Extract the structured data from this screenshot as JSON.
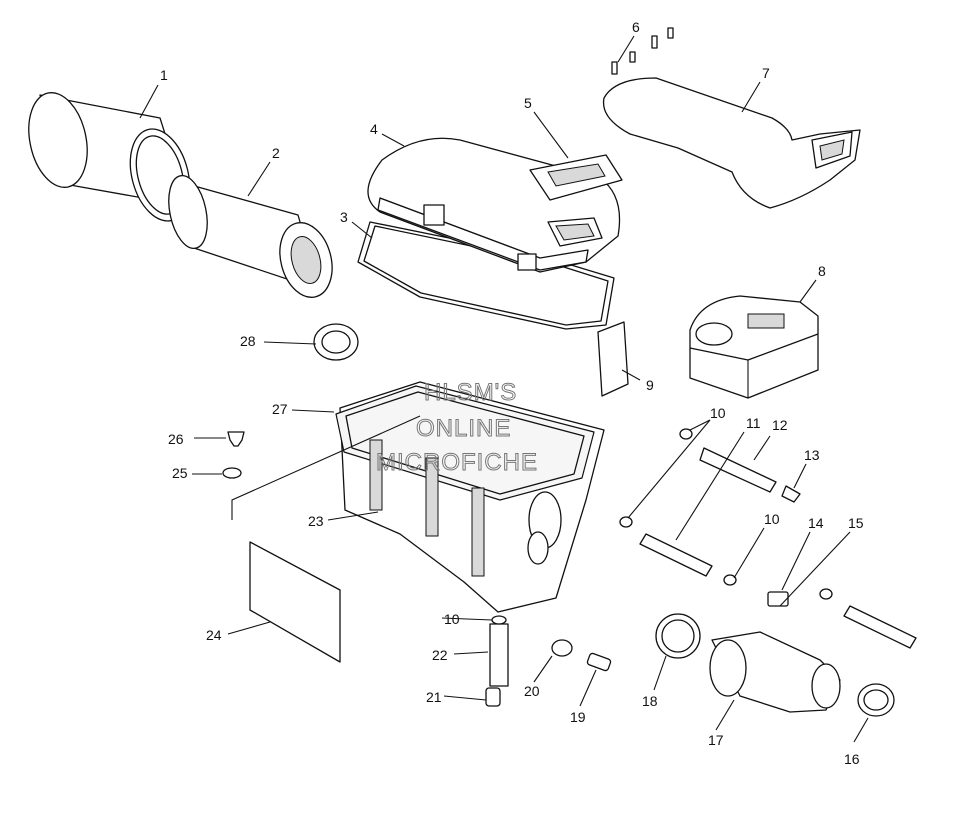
{
  "diagram": {
    "callouts": [
      {
        "id": "1",
        "label": "1"
      },
      {
        "id": "2",
        "label": "2"
      },
      {
        "id": "3",
        "label": "3"
      },
      {
        "id": "4",
        "label": "4"
      },
      {
        "id": "5",
        "label": "5"
      },
      {
        "id": "6",
        "label": "6"
      },
      {
        "id": "7",
        "label": "7"
      },
      {
        "id": "8",
        "label": "8"
      },
      {
        "id": "9",
        "label": "9"
      },
      {
        "id": "10a",
        "label": "10"
      },
      {
        "id": "10b",
        "label": "10"
      },
      {
        "id": "10c",
        "label": "10"
      },
      {
        "id": "11",
        "label": "11"
      },
      {
        "id": "12",
        "label": "12"
      },
      {
        "id": "13",
        "label": "13"
      },
      {
        "id": "14",
        "label": "14"
      },
      {
        "id": "15",
        "label": "15"
      },
      {
        "id": "16",
        "label": "16"
      },
      {
        "id": "17",
        "label": "17"
      },
      {
        "id": "18",
        "label": "18"
      },
      {
        "id": "19",
        "label": "19"
      },
      {
        "id": "20",
        "label": "20"
      },
      {
        "id": "21",
        "label": "21"
      },
      {
        "id": "22",
        "label": "22"
      },
      {
        "id": "23",
        "label": "23"
      },
      {
        "id": "24",
        "label": "24"
      },
      {
        "id": "25",
        "label": "25"
      },
      {
        "id": "26",
        "label": "26"
      },
      {
        "id": "27",
        "label": "27"
      },
      {
        "id": "28",
        "label": "28"
      }
    ],
    "watermark": [
      "HLSM'S",
      "ONLINE",
      "MICROFICHE"
    ]
  }
}
